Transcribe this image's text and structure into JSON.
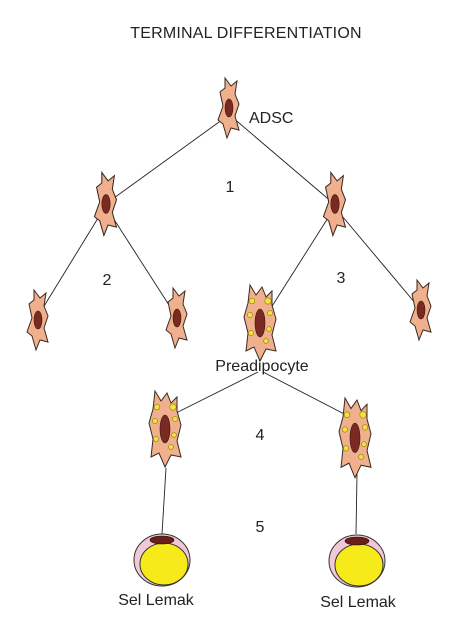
{
  "title": "TERMINAL DIFFERENTIATION",
  "labels": {
    "adsc": "ADSC",
    "preadipocyte": "Preadipocyte",
    "fat_cell_left": "Sel Lemak",
    "fat_cell_right": "Sel Lemak"
  },
  "steps": [
    "1",
    "2",
    "3",
    "4",
    "5"
  ]
}
